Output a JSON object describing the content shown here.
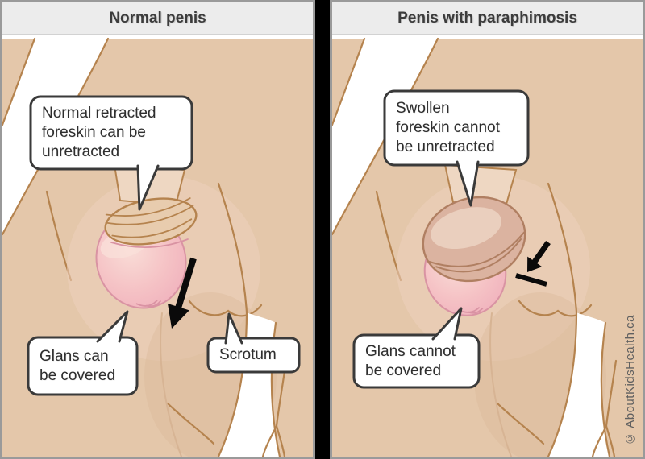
{
  "colors": {
    "canvas-bg": "#000000",
    "panel-border": "#9a9a9a",
    "panel-bg": "#ffffff",
    "header-bg": "#ececec",
    "header-text": "#3c3c3c",
    "skin": "#e4c7aa",
    "skin-shadow": "#d9b899",
    "skin-blush": "#eccfbc",
    "outline-brown": "#b5834e",
    "shaft-tan": "#eed7c2",
    "foreskin-tan": "#e8ccae",
    "glans-outline": "#d993a3",
    "swollen-foreskin": "#dbb3a0",
    "swollen-outline": "#b07f62",
    "callout-border": "#3a3a3a",
    "callout-text": "#2e2e2e",
    "arrow-black": "#0a0a0a",
    "watermark-text": "#606060"
  },
  "panels": {
    "left": {
      "title": "Normal penis",
      "callouts": {
        "foreskin": "Normal retracted\nforeskin can be\nunretracted",
        "glans": "Glans can\nbe covered",
        "scrotum": "Scrotum"
      }
    },
    "right": {
      "title": "Penis with paraphimosis",
      "callouts": {
        "foreskin": "Swollen\nforeskin cannot\nbe unretracted",
        "glans": "Glans cannot\nbe covered"
      }
    }
  },
  "icons": {
    "direction_arrow": "black-arrow-pointing-down-left",
    "blocked_arrow": "black-arrow-blocked-by-bar"
  },
  "watermark": "© AboutKidsHealth.ca"
}
